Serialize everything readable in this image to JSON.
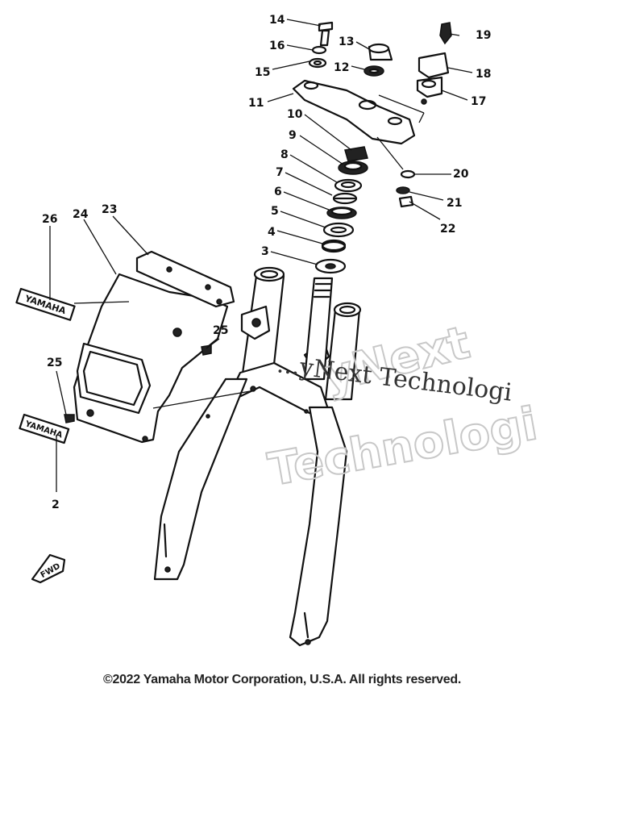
{
  "callouts": [
    {
      "id": "2",
      "label": "2"
    },
    {
      "id": "3",
      "label": "3"
    },
    {
      "id": "4",
      "label": "4"
    },
    {
      "id": "5",
      "label": "5"
    },
    {
      "id": "6",
      "label": "6"
    },
    {
      "id": "7",
      "label": "7"
    },
    {
      "id": "8",
      "label": "8"
    },
    {
      "id": "9",
      "label": "9"
    },
    {
      "id": "10",
      "label": "10"
    },
    {
      "id": "11",
      "label": "11"
    },
    {
      "id": "12",
      "label": "12"
    },
    {
      "id": "13",
      "label": "13"
    },
    {
      "id": "14",
      "label": "14"
    },
    {
      "id": "15",
      "label": "15"
    },
    {
      "id": "16",
      "label": "16"
    },
    {
      "id": "17",
      "label": "17"
    },
    {
      "id": "18",
      "label": "18"
    },
    {
      "id": "19",
      "label": "19"
    },
    {
      "id": "20",
      "label": "20"
    },
    {
      "id": "21",
      "label": "21"
    },
    {
      "id": "22",
      "label": "22"
    },
    {
      "id": "23",
      "label": "23"
    },
    {
      "id": "24",
      "label": "24"
    },
    {
      "id": "25a",
      "label": "25"
    },
    {
      "id": "25b",
      "label": "25"
    },
    {
      "id": "26",
      "label": "26"
    }
  ],
  "emblem_text": "YAMAHA",
  "fwd_text": "FWD",
  "watermark": {
    "large_line1": "yNext",
    "large_line2": "Technologi",
    "small_line": "...yNext Technologi"
  },
  "copyright": "©2022 Yamaha Motor Corporation, U.S.A. All rights reserved."
}
